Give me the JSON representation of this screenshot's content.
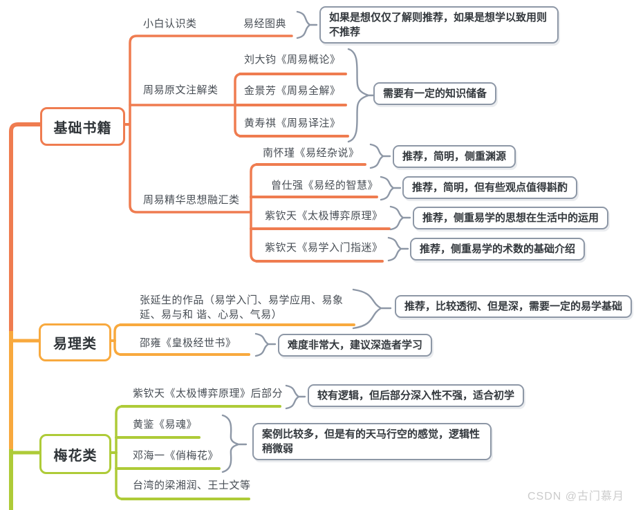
{
  "watermark": "CSDN @古门慕月",
  "colors": {
    "basic_branch": "#EF7C50",
    "yili_branch": "#F8A93E",
    "meihua_branch": "#AECB38",
    "callout_border": "#8D97A6",
    "node_text": "#474d54",
    "callout_text": "#33383d"
  },
  "sections": [
    {
      "topic": "基础书籍",
      "branches": [
        {
          "label": "小白认识类",
          "children": [
            {
              "label": "易经图典",
              "note": "如果是想仅仅了解则推荐，如果是想学以致用则不推荐"
            }
          ]
        },
        {
          "label": "周易原文注解类",
          "children": [
            {
              "label": "刘大钧《周易概论》"
            },
            {
              "label": "金景芳《周易全解》"
            },
            {
              "label": "黄寿祺《周易译注》"
            }
          ],
          "group_note": "需要有一定的知识储备"
        },
        {
          "label": "周易精华思想融汇类",
          "children": [
            {
              "label": "南怀瑾《易经杂说》",
              "note": "推荐，简明，侧重渊源"
            },
            {
              "label": "曾仕强《易经的智慧》",
              "note": "推荐，简明，但有些观点值得斟酌"
            },
            {
              "label": "紫钦天《太极博弈原理》",
              "note": "推荐，侧重易学的思想在生活中的运用"
            },
            {
              "label": "紫钦天《易学入门指迷》",
              "note": "推荐，侧重易学的术数的基础介绍"
            }
          ]
        }
      ]
    },
    {
      "topic": "易理类",
      "branches": [
        {
          "label": "张延生的作品（易学入门、易学应用、易象延、易与和 谐、心易、气易）",
          "note": "推荐，比较透彻、但是深，需要一定的易学基础"
        },
        {
          "label": "邵雍《皇极经世书》",
          "note": "难度非常大，建议深造者学习"
        }
      ]
    },
    {
      "topic": "梅花类",
      "branches": [
        {
          "label": "紫钦天《太极博弈原理》后部分",
          "note": "较有逻辑，但后部分深入性不强，适合初学"
        },
        {
          "label": "黄鉴《易魂》"
        },
        {
          "label": "邓海一《俏梅花》"
        },
        {
          "label": "台湾的梁湘润、王士文等"
        }
      ],
      "group_note": "案例比较多，但是有的天马行空的感觉，逻辑性稍微弱"
    }
  ]
}
